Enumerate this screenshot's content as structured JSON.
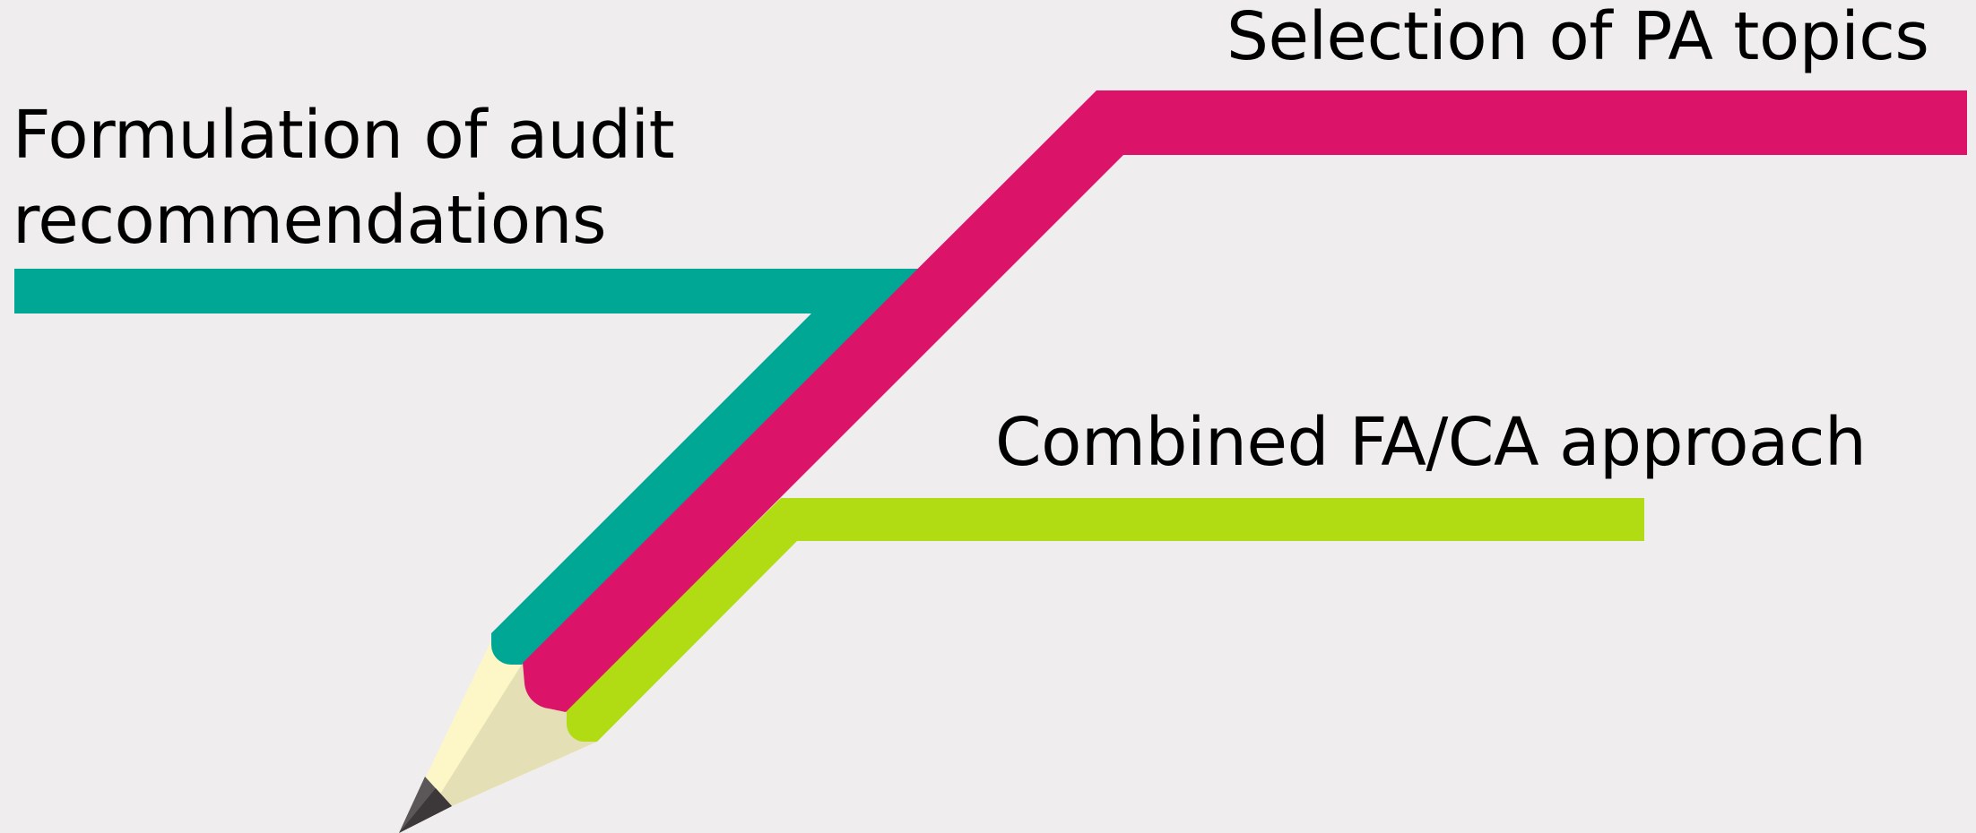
{
  "diagram": {
    "items": [
      {
        "id": "audit",
        "label_line1": "Formulation of audit",
        "label_line2": "recommendations",
        "color": "#00a794"
      },
      {
        "id": "selection",
        "label": "Selection of PA topics",
        "color": "#db146a"
      },
      {
        "id": "combined",
        "label": "Combined FA/CA approach",
        "color": "#b1dc13"
      }
    ],
    "pencil": {
      "wood_light": "#fdf7c8",
      "wood_shade": "#e5dfb5",
      "tip": "#5b5658",
      "tip_dark": "#3c3839"
    }
  }
}
